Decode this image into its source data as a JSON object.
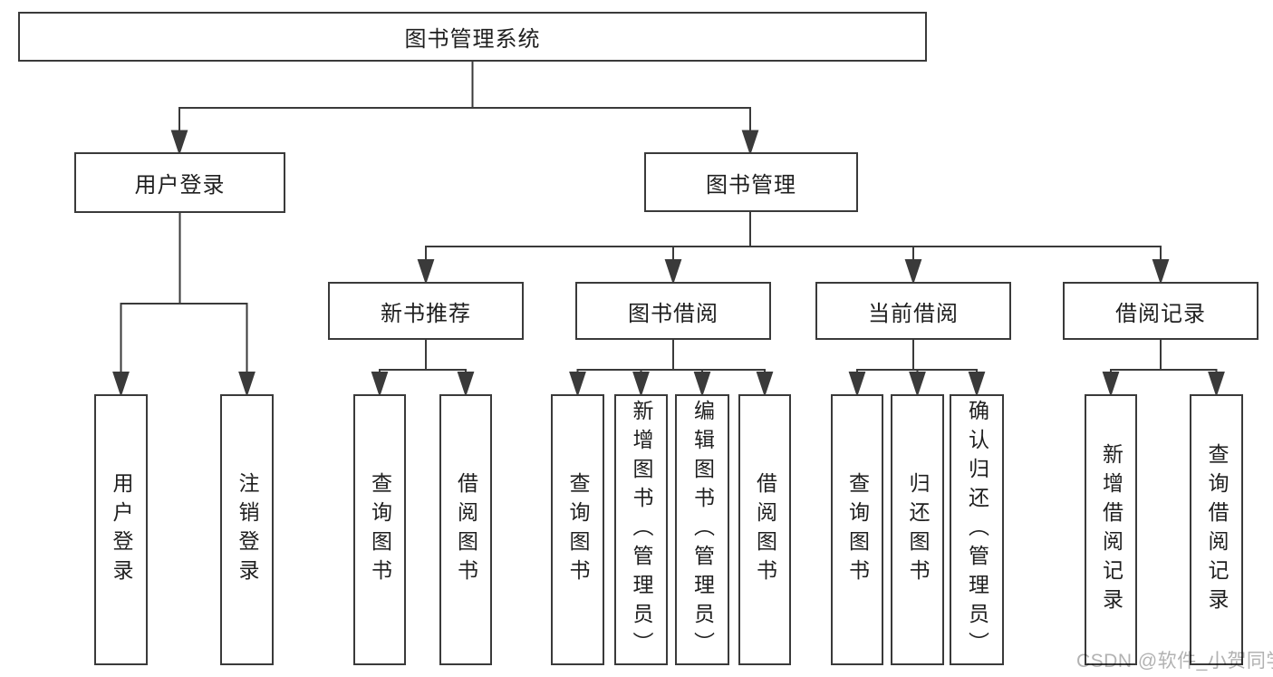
{
  "diagram": {
    "type": "hierarchy-tree",
    "root": {
      "label": "图书管理系统"
    },
    "nodes": {
      "user_login": {
        "label": "用户登录",
        "parent": "图书管理系统"
      },
      "book_mgmt": {
        "label": "图书管理",
        "parent": "图书管理系统"
      },
      "new_book_rec": {
        "label": "新书推荐",
        "parent": "图书管理"
      },
      "book_borrow": {
        "label": "图书借阅",
        "parent": "图书管理"
      },
      "current_borrow": {
        "label": "当前借阅",
        "parent": "图书管理"
      },
      "borrow_records": {
        "label": "借阅记录",
        "parent": "图书管理"
      },
      "ul_user_login": {
        "label": "用户登录",
        "parent": "用户登录"
      },
      "ul_logout": {
        "label": "注销登录",
        "parent": "用户登录"
      },
      "nb_query_book": {
        "label": "查询图书",
        "parent": "新书推荐"
      },
      "nb_borrow_book": {
        "label": "借阅图书",
        "parent": "新书推荐"
      },
      "bb_query_book": {
        "label": "查询图书",
        "parent": "图书借阅"
      },
      "bb_add_book": {
        "label": "新增图书（管理员）",
        "parent": "图书借阅"
      },
      "bb_edit_book": {
        "label": "编辑图书（管理员）",
        "parent": "图书借阅"
      },
      "bb_borrow_book": {
        "label": "借阅图书",
        "parent": "图书借阅"
      },
      "cb_query_book": {
        "label": "查询图书",
        "parent": "当前借阅"
      },
      "cb_return_book": {
        "label": "归还图书",
        "parent": "当前借阅"
      },
      "cb_confirm_return": {
        "label": "确认归还（管理员）",
        "parent": "当前借阅"
      },
      "br_add_record": {
        "label": "新增借阅记录",
        "parent": "借阅记录"
      },
      "br_query_record": {
        "label": "查询借阅记录",
        "parent": "借阅记录"
      }
    }
  },
  "watermark": {
    "text": "CSDN @软件_小贺同学"
  },
  "colors": {
    "line": "#3a3a3a",
    "box_border": "#3a3a3a",
    "box_fill": "#ffffff",
    "text": "#1f1f1f",
    "watermark": "#b2b2b2",
    "background": "#ffffff"
  }
}
